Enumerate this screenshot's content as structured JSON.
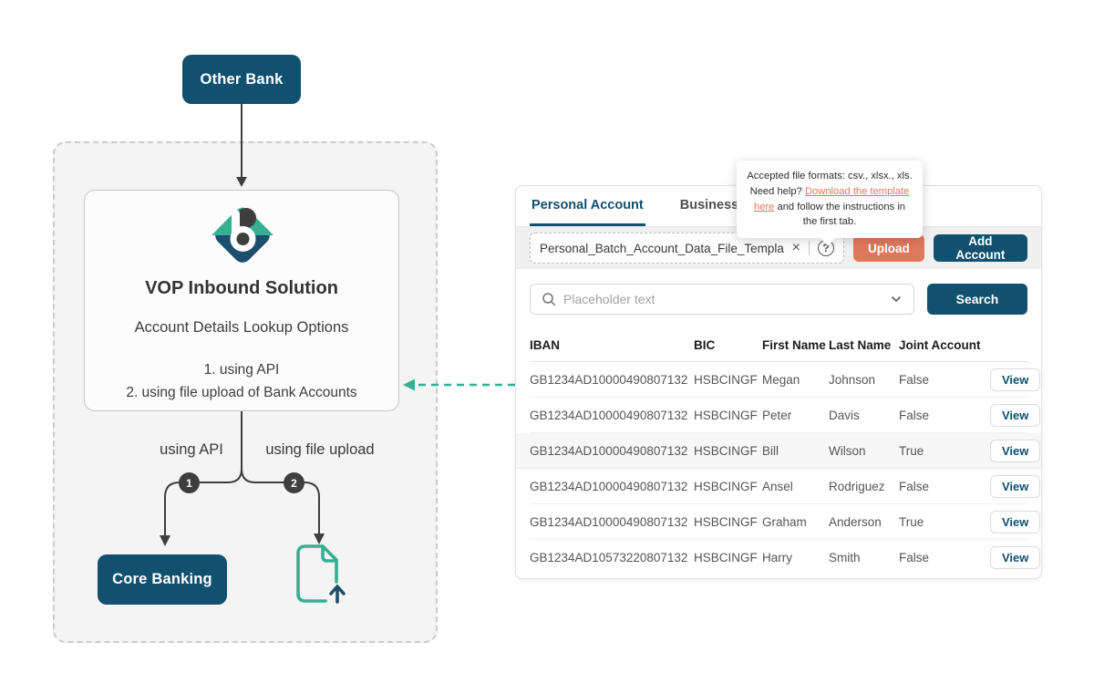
{
  "colors": {
    "navy": "#11506E",
    "salmon": "#E0795B",
    "teal": "#35B093",
    "charcoal": "#3E3E3E"
  },
  "icons": {
    "logo": "b-diamond-logo",
    "clear": "×",
    "help": "?",
    "search": "magnifier",
    "chevron": "chevron-down",
    "file_upload": "document-with-up-arrow"
  },
  "diagram": {
    "other_bank_label": "Other Bank",
    "vop": {
      "title": "VOP Inbound Solution",
      "subtitle": "Account Details Lookup Options",
      "option1": "1. using API",
      "option2": "2. using file upload of Bank Accounts"
    },
    "branch1_label": "using API",
    "branch2_label": "using file upload",
    "badge1": "1",
    "badge2": "2",
    "core_banking_label": "Core Banking"
  },
  "panel": {
    "tabs": [
      {
        "label": "Personal Account",
        "active": true
      },
      {
        "label": "Business Account",
        "active": false
      }
    ],
    "tooltip": {
      "text_before": "Accepted file formats: csv., xlsx., xls. Need help? ",
      "link_text": "Download the template here",
      "text_after": " and follow the instructions in the first tab."
    },
    "upload": {
      "filename": "Personal_Batch_Account_Data_File_Template.csv",
      "clear_icon": "×",
      "help_icon": "?",
      "upload_button": "Upload",
      "add_account_button": "Add Account"
    },
    "search": {
      "placeholder": "Placeholder text",
      "button": "Search"
    },
    "table": {
      "columns": [
        "IBAN",
        "BIC",
        "First Name",
        "Last Name",
        "Joint Account"
      ],
      "view_label": "View",
      "rows": [
        {
          "iban": "GB1234AD10000490807132",
          "bic": "HSBCINGF",
          "first": "Megan",
          "last": "Johnson",
          "joint": "False",
          "highlight": false
        },
        {
          "iban": "GB1234AD10000490807132",
          "bic": "HSBCINGF",
          "first": "Peter",
          "last": "Davis",
          "joint": "False",
          "highlight": false
        },
        {
          "iban": "GB1234AD10000490807132",
          "bic": "HSBCINGF",
          "first": "Bill",
          "last": "Wilson",
          "joint": "True",
          "highlight": true
        },
        {
          "iban": "GB1234AD10000490807132",
          "bic": "HSBCINGF",
          "first": "Ansel",
          "last": "Rodriguez",
          "joint": "False",
          "highlight": false
        },
        {
          "iban": "GB1234AD10000490807132",
          "bic": "HSBCINGF",
          "first": "Graham",
          "last": "Anderson",
          "joint": "True",
          "highlight": false
        },
        {
          "iban": "GB1234AD10573220807132",
          "bic": "HSBCINGF",
          "first": "Harry",
          "last": "Smith",
          "joint": "False",
          "highlight": false
        }
      ]
    }
  }
}
